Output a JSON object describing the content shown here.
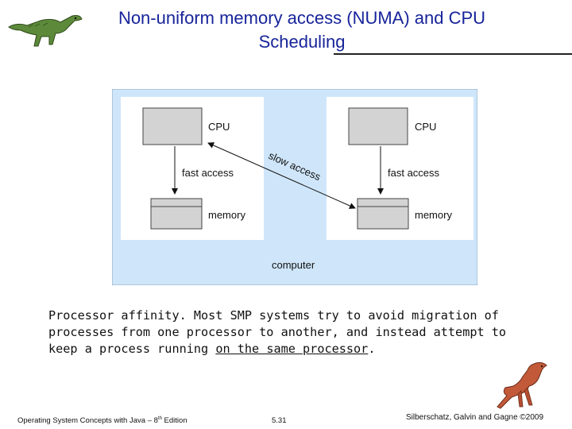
{
  "slide": {
    "title_line1": "Non-uniform memory access (NUMA) and CPU",
    "title_line2": "Scheduling"
  },
  "figure": {
    "left_cpu": "CPU",
    "left_fast_access": "fast access",
    "left_memory": "memory",
    "slow_access": "slow access",
    "right_cpu": "CPU",
    "right_fast_access": "fast access",
    "right_memory": "memory",
    "computer": "computer",
    "colors": {
      "background": "#cfe6fa",
      "box_fill": "#d3d3d3",
      "panel": "#ffffff"
    }
  },
  "body": {
    "line1": "Processor affinity. Most SMP systems try to avoid migration of",
    "line2": "processes from one processor to another, and instead attempt to",
    "line3_prefix": "keep a process running ",
    "line3_underlined": "on the same processor",
    "line3_suffix": "."
  },
  "footer": {
    "left_prefix": "Operating System Concepts  with Java – 8",
    "left_sup": "th",
    "left_suffix": " Edition",
    "page": "5.31",
    "right": "Silberschatz, Galvin and Gagne ©2009"
  },
  "icons": {
    "top_left": "dinosaur-icon",
    "bottom_right": "dinosaur-icon"
  }
}
